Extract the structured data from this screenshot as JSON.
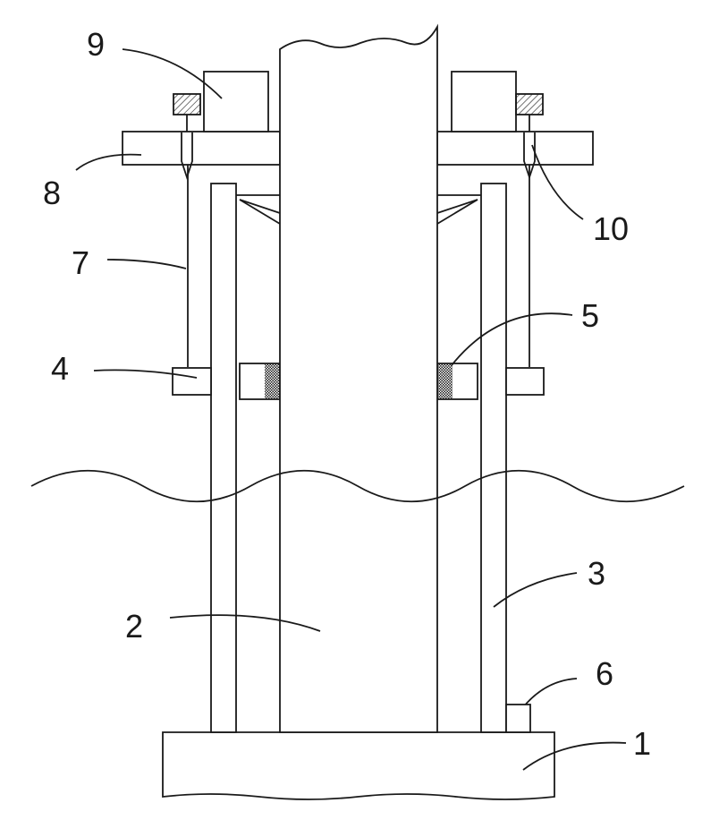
{
  "labels": {
    "l1": "1",
    "l2": "2",
    "l3": "3",
    "l4": "4",
    "l5": "5",
    "l6": "6",
    "l7": "7",
    "l8": "8",
    "l9": "9",
    "l10": "10"
  },
  "colors": {
    "line": "#1a1a1a",
    "background": "#ffffff"
  }
}
